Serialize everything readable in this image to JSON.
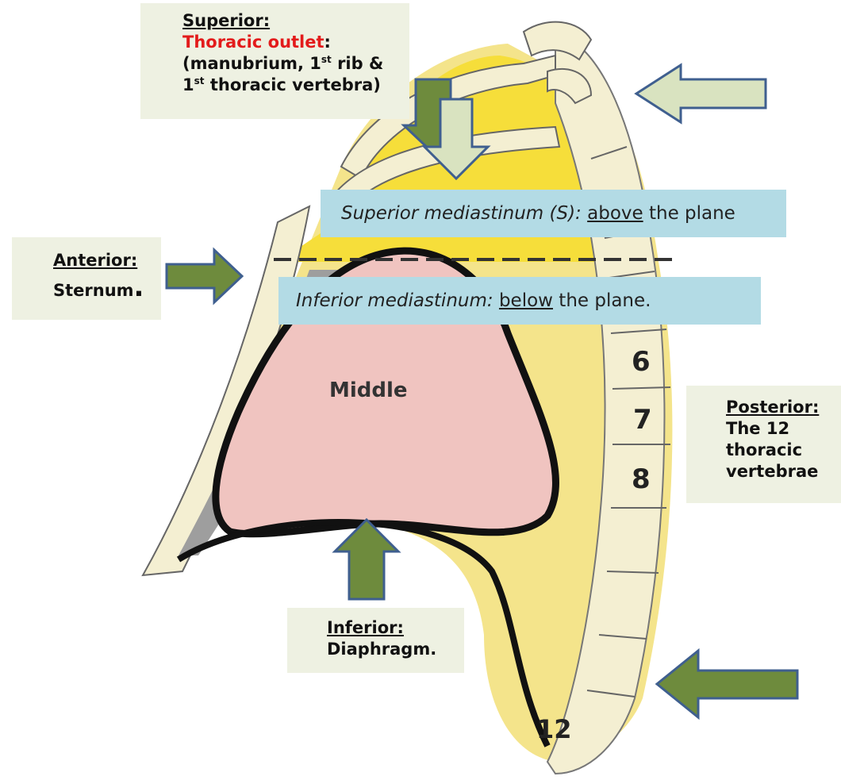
{
  "superior": {
    "title": "Superior:",
    "outlet_label": "Thoracic outlet",
    "outlet_suffix": ":",
    "line2": "(manubrium, 1",
    "sup1": "st",
    "line2b": " rib &",
    "line3a": "1",
    "sup2": "st",
    "line3b": " thoracic vertebra)"
  },
  "anterior": {
    "title": "Anterior:",
    "text": "Sternum",
    "dot": "."
  },
  "posterior": {
    "title": "Posterior:",
    "text": "The 12 thoracic vertebrae"
  },
  "inferior": {
    "title": "Inferior:",
    "text": "Diaphragm."
  },
  "superior_mediastinum": {
    "term": "Superior mediastinum (S):",
    "relation": "above",
    "rest": " the plane"
  },
  "inferior_mediastinum": {
    "term": "Inferior mediastinum:",
    "relation": "below",
    "rest": " the plane."
  },
  "middle_label": "Middle",
  "vertebra_numbers": [
    "6",
    "7",
    "8",
    "12"
  ],
  "colors": {
    "label_bg": "#eef1e2",
    "blue_bg": "#b3dbe5",
    "yellow": "#f6de3a",
    "pale_yellow": "#f4e48b",
    "pink": "#f0c4c0",
    "grey": "#9e9e9e",
    "arrow_dark": "#6e8b3d",
    "arrow_light": "#d9e3c0",
    "arrow_outline": "#3f5f8f",
    "red_text": "#e31b1b"
  }
}
